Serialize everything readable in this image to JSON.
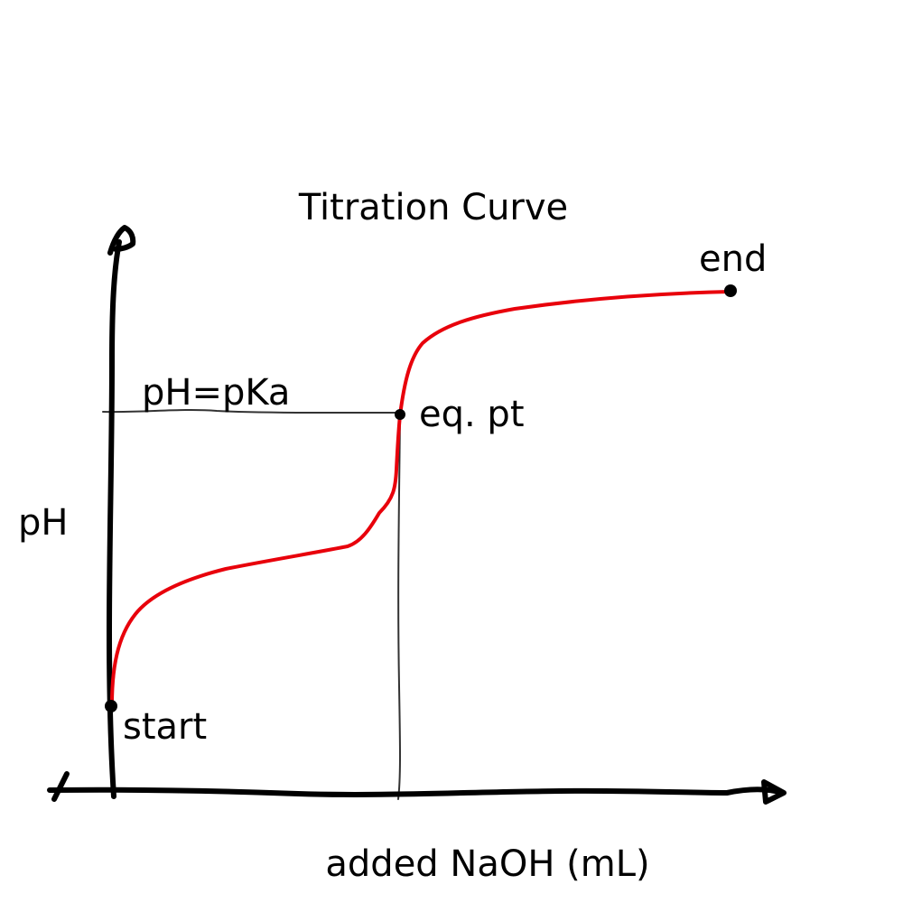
{
  "title": "Titration Curve",
  "x_axis_label": "added NaOH (mL)",
  "y_axis_label": "pH",
  "annotations": {
    "half_eq_label": "pH=pKa",
    "start_label": "start",
    "eq_point_label": "eq. pt",
    "end_label": "end"
  },
  "colors": {
    "curve": "#e8000b",
    "axes": "#000000",
    "guide_lines": "#333333"
  }
}
